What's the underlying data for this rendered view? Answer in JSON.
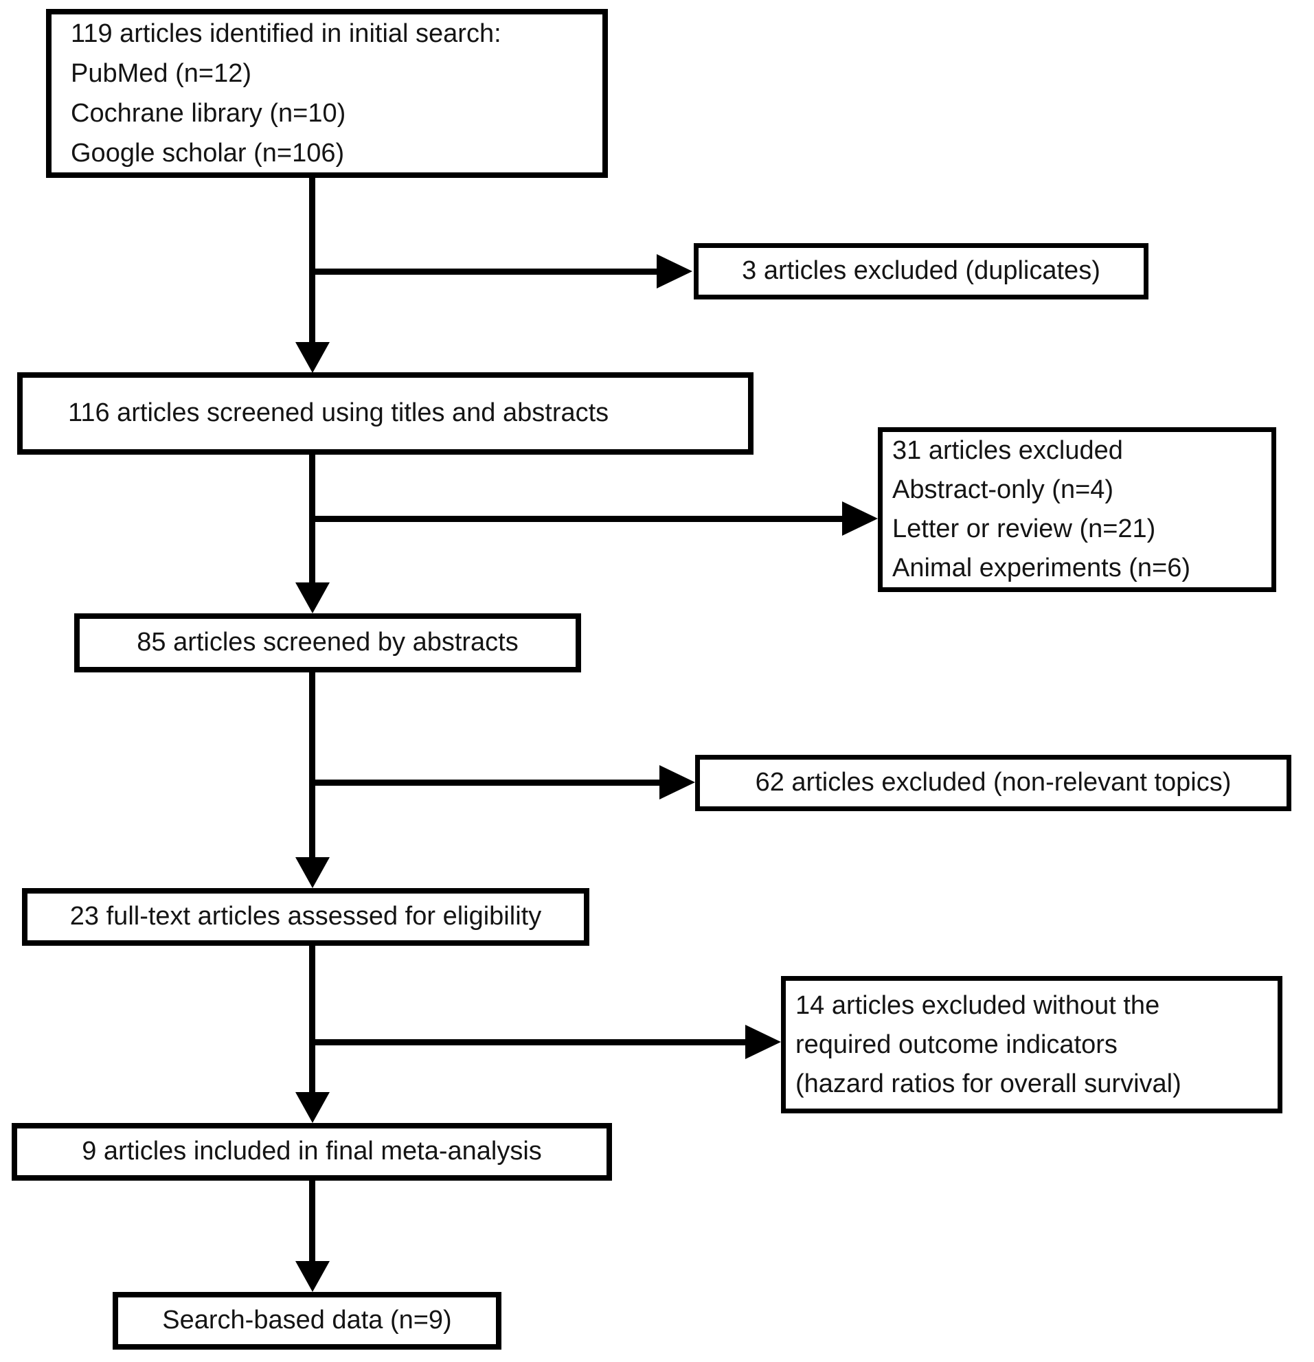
{
  "diagram": {
    "type": "flowchart",
    "background_color": "#ffffff",
    "line_color": "#000000",
    "text_color": "#141414",
    "nodes": {
      "identified": {
        "lines": [
          "119 articles identified in initial search:",
          "PubMed (n=12)",
          "Cochrane library (n=10)",
          "Google scholar (n=106)"
        ]
      },
      "excluded_duplicates": {
        "text": "3 articles excluded (duplicates)"
      },
      "screened_titles": {
        "text": "116 articles screened using titles and abstracts"
      },
      "excluded_screening": {
        "lines": [
          "31 articles excluded",
          "Abstract-only (n=4)",
          "Letter or review (n=21)",
          "Animal experiments (n=6)"
        ]
      },
      "screened_abstracts": {
        "text": "85 articles screened by abstracts"
      },
      "excluded_topics": {
        "text": "62 articles excluded (non-relevant topics)"
      },
      "fulltext_assessed": {
        "text": "23 full-text articles assessed for eligibility"
      },
      "excluded_outcomes": {
        "lines": [
          "14 articles excluded without the",
          "required outcome indicators",
          "(hazard ratios for overall survival)"
        ]
      },
      "included_meta": {
        "text": "9 articles included in final meta-analysis"
      },
      "final_data": {
        "text": "Search-based data (n=9)"
      }
    }
  }
}
